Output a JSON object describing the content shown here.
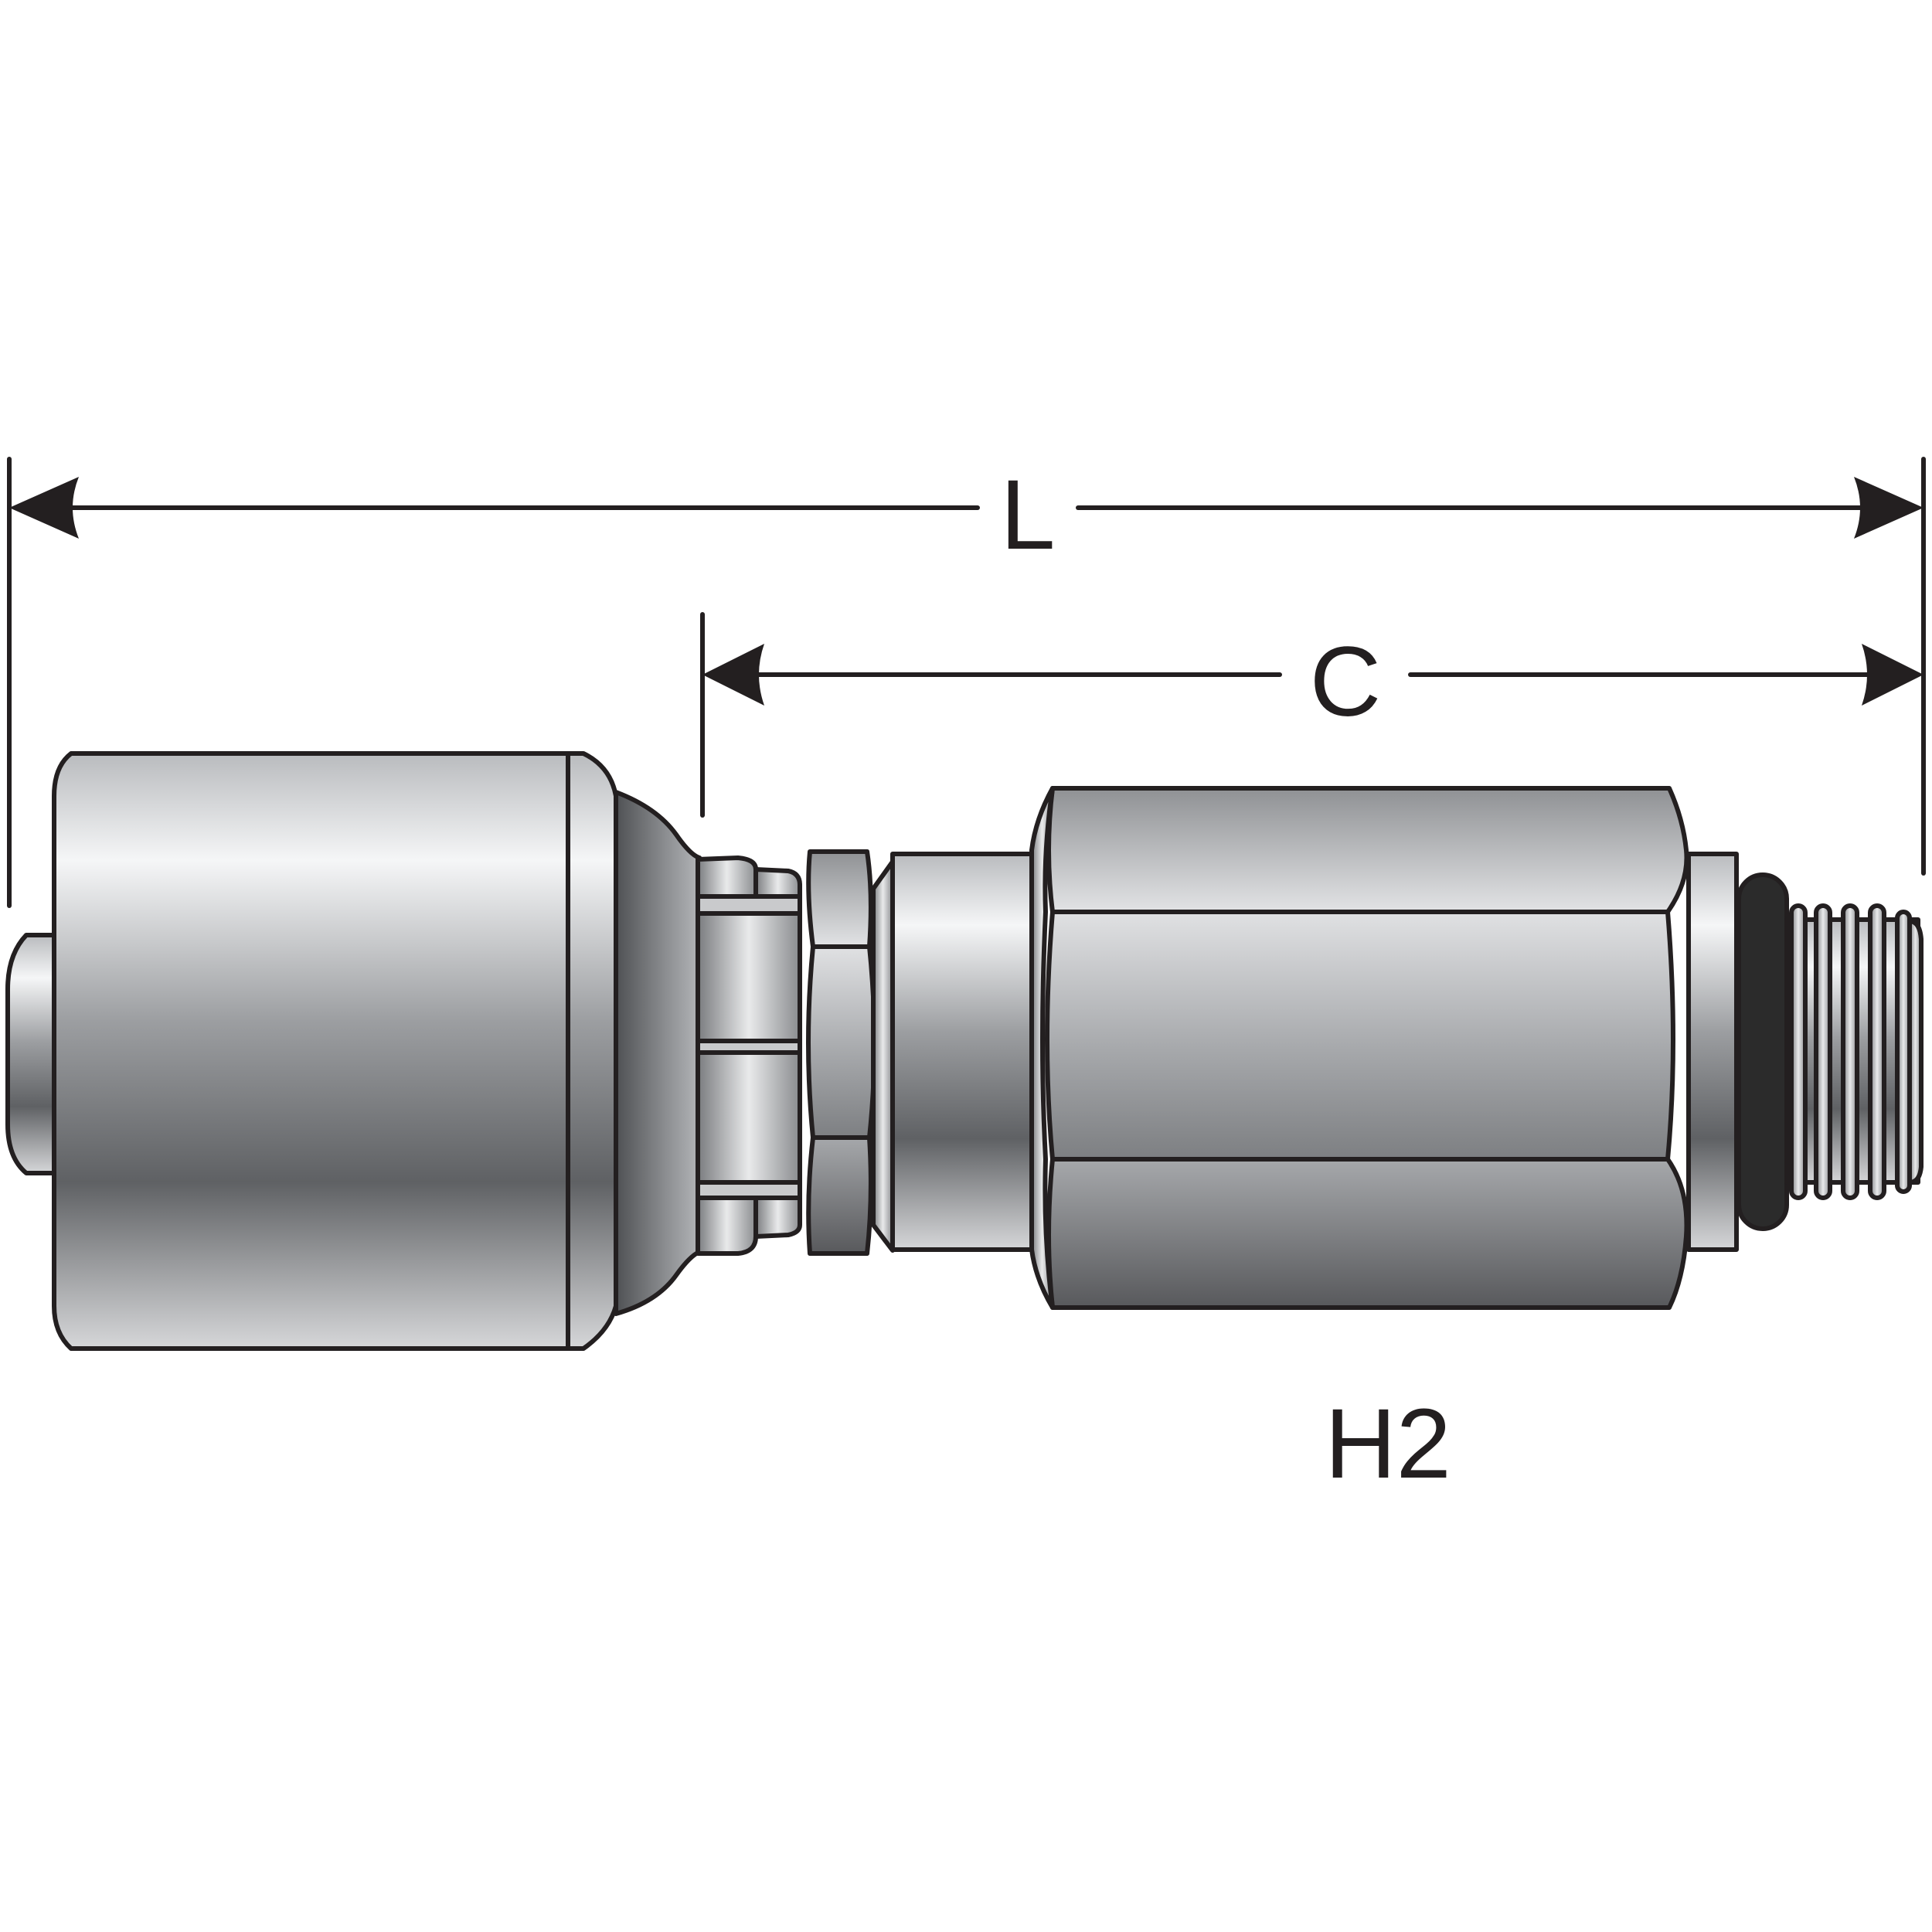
{
  "labels": {
    "overall_length": "L",
    "cut_length": "C",
    "fitting_code": "H2"
  },
  "colors": {
    "outline": "#231f20",
    "metal_light": "#f4f5f6",
    "metal_mid": "#a9abae",
    "metal_dark": "#5f6164",
    "seal": "#2b2b2b",
    "background": "#ffffff"
  }
}
